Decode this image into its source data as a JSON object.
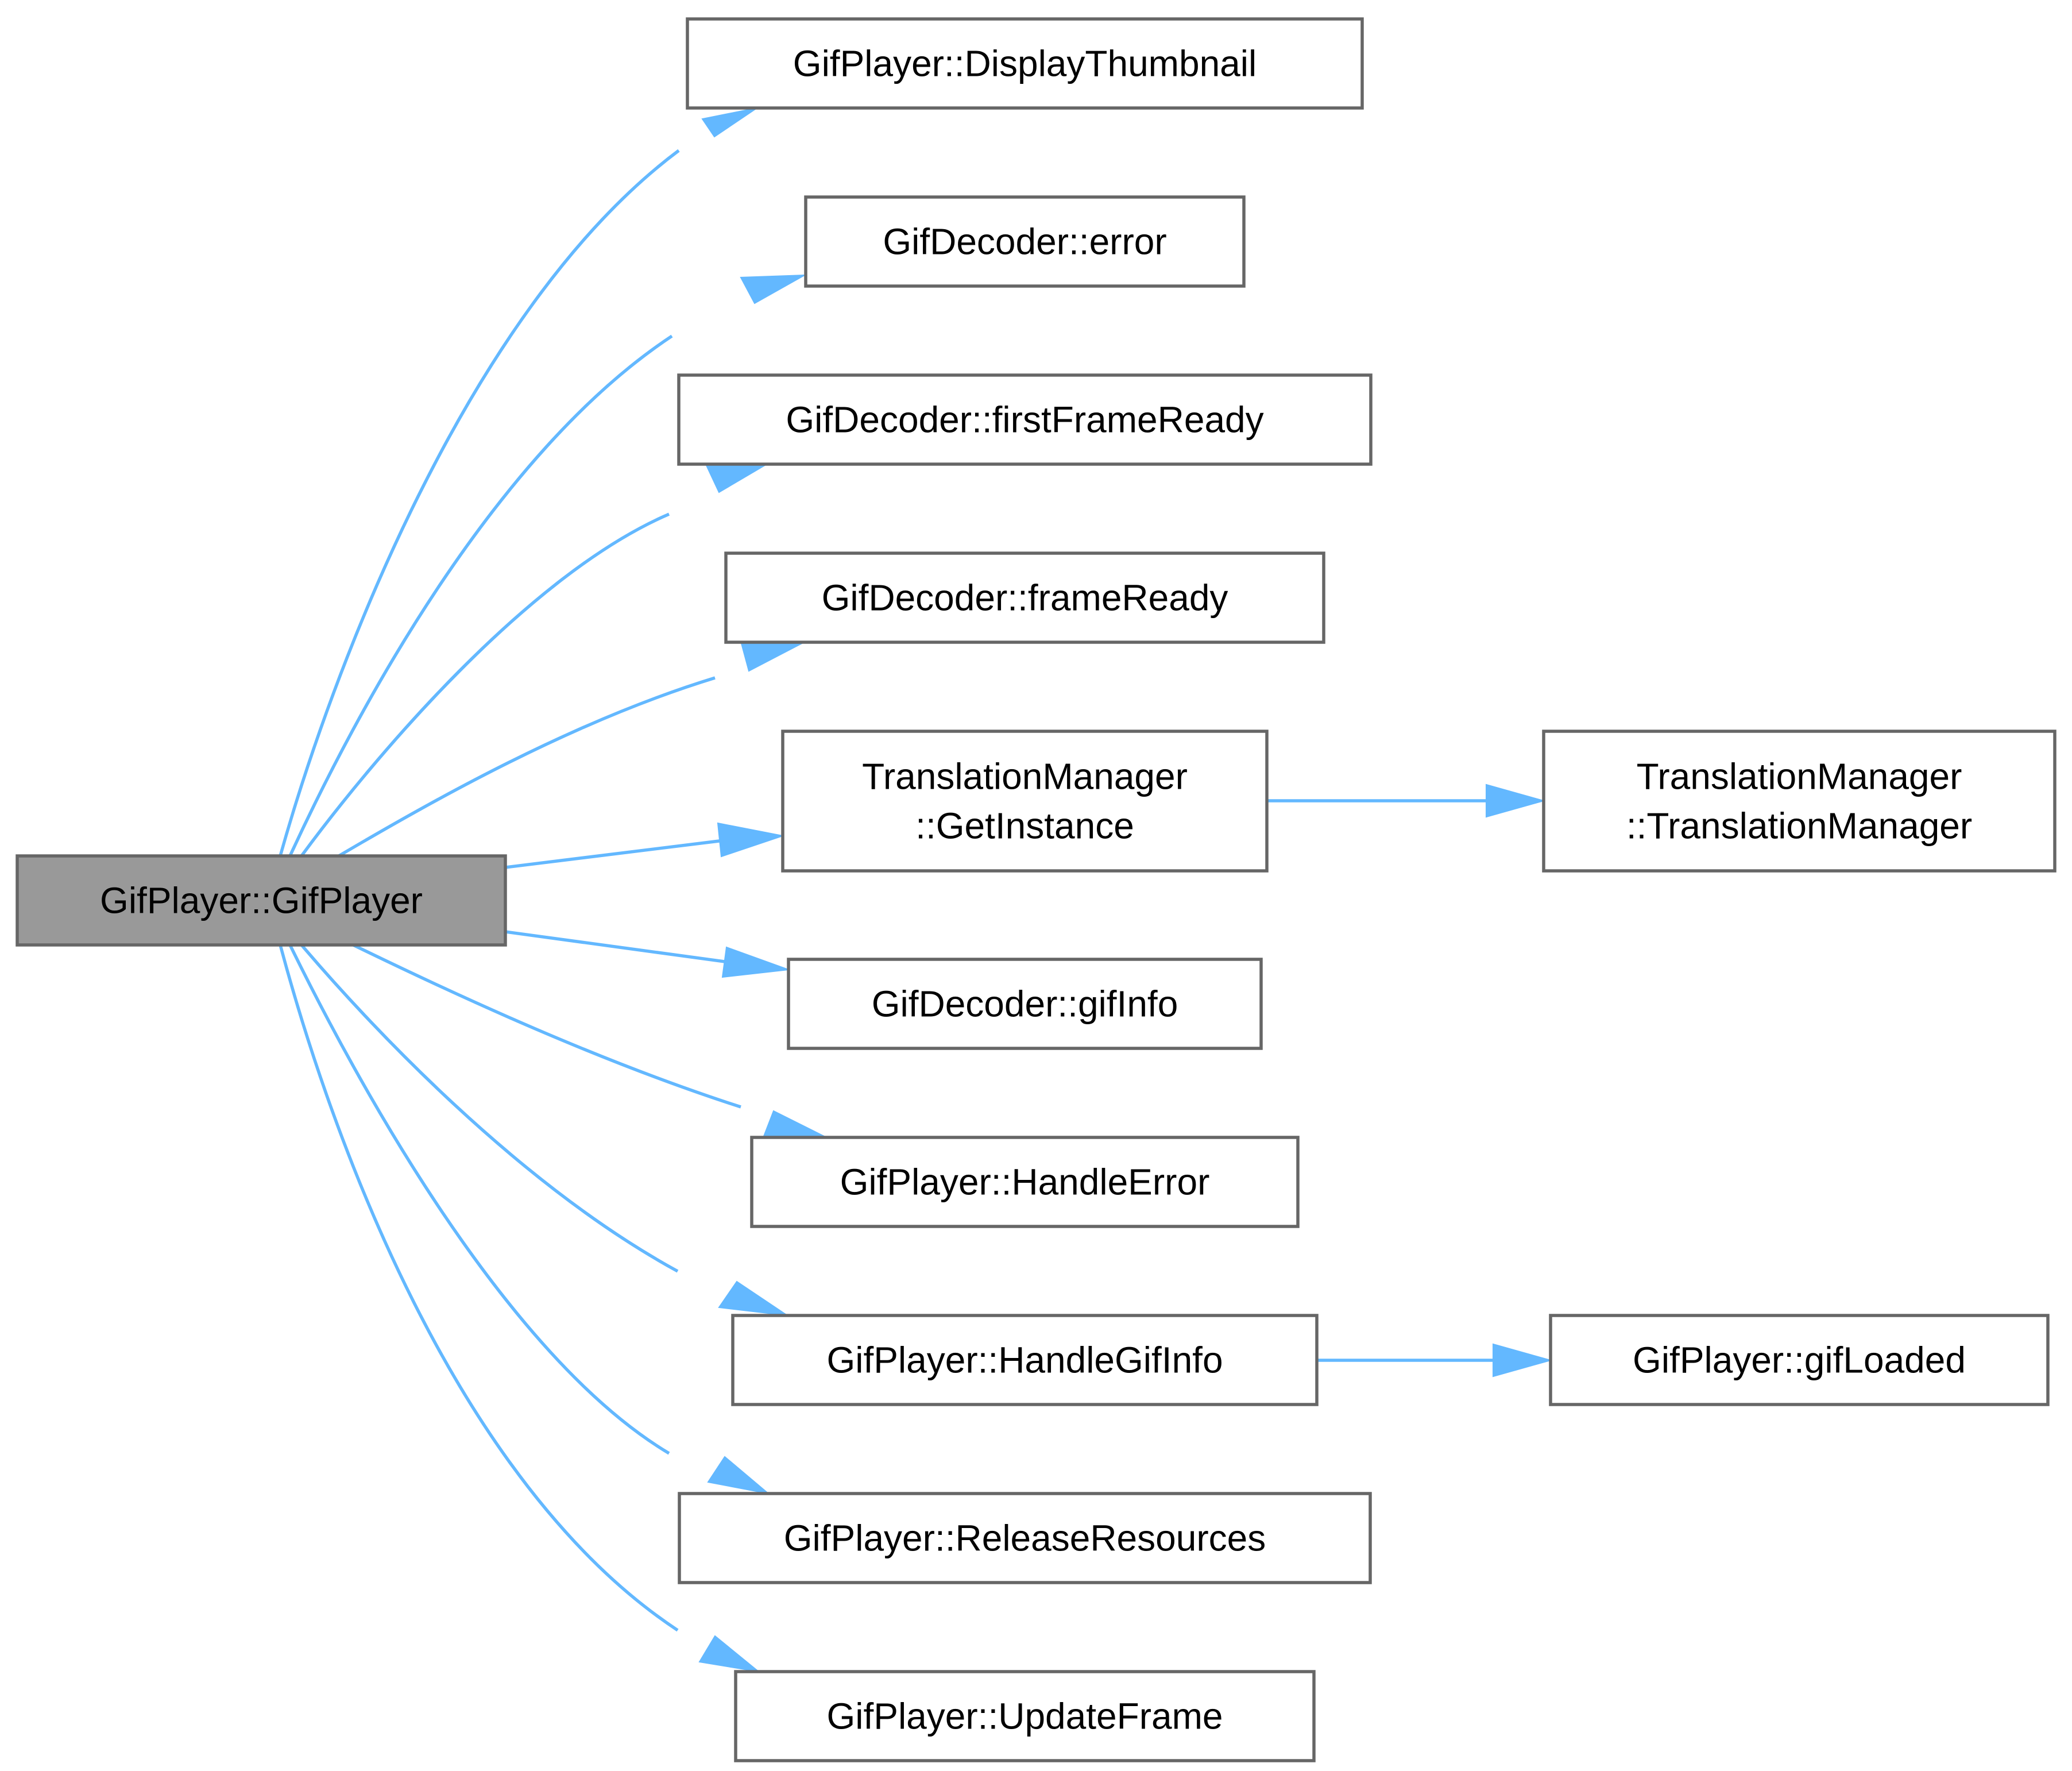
{
  "diagram": {
    "type": "call-graph",
    "colors": {
      "edge": "#63b8ff",
      "node_border": "#666666",
      "node_fill": "#ffffff",
      "root_fill": "#999999",
      "text": "#000000"
    },
    "nodes": [
      {
        "id": "root",
        "lines": [
          "GifPlayer::GifPlayer"
        ],
        "highlighted": true
      },
      {
        "id": "n1",
        "lines": [
          "GifPlayer::DisplayThumbnail"
        ]
      },
      {
        "id": "n2",
        "lines": [
          "GifDecoder::error"
        ]
      },
      {
        "id": "n3",
        "lines": [
          "GifDecoder::firstFrameReady"
        ]
      },
      {
        "id": "n4",
        "lines": [
          "GifDecoder::frameReady"
        ]
      },
      {
        "id": "n5",
        "lines": [
          "TranslationManager",
          "::GetInstance"
        ]
      },
      {
        "id": "n6",
        "lines": [
          "TranslationManager",
          "::TranslationManager"
        ]
      },
      {
        "id": "n7",
        "lines": [
          "GifDecoder::gifInfo"
        ]
      },
      {
        "id": "n8",
        "lines": [
          "GifPlayer::HandleError"
        ]
      },
      {
        "id": "n9",
        "lines": [
          "GifPlayer::HandleGifInfo"
        ]
      },
      {
        "id": "n10",
        "lines": [
          "GifPlayer::gifLoaded"
        ]
      },
      {
        "id": "n11",
        "lines": [
          "GifPlayer::ReleaseResources"
        ]
      },
      {
        "id": "n12",
        "lines": [
          "GifPlayer::UpdateFrame"
        ]
      }
    ],
    "edges": [
      {
        "from": "root",
        "to": "n1"
      },
      {
        "from": "root",
        "to": "n2"
      },
      {
        "from": "root",
        "to": "n3"
      },
      {
        "from": "root",
        "to": "n4"
      },
      {
        "from": "root",
        "to": "n5"
      },
      {
        "from": "n5",
        "to": "n6"
      },
      {
        "from": "root",
        "to": "n7"
      },
      {
        "from": "root",
        "to": "n8"
      },
      {
        "from": "root",
        "to": "n9"
      },
      {
        "from": "n9",
        "to": "n10"
      },
      {
        "from": "root",
        "to": "n11"
      },
      {
        "from": "root",
        "to": "n12"
      }
    ]
  }
}
